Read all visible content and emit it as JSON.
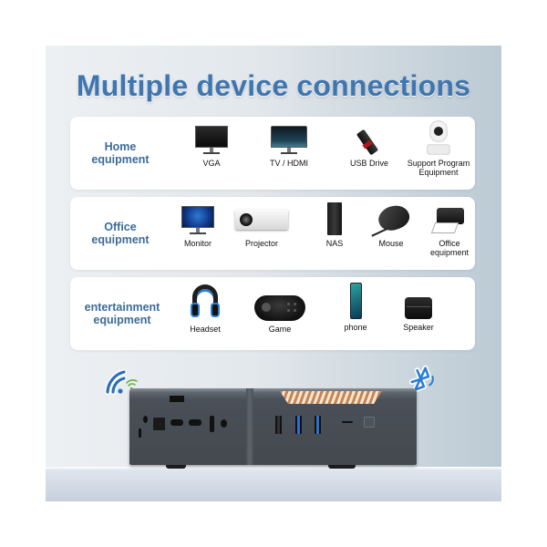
{
  "title": "Multiple device connections",
  "categories": [
    {
      "label": "Home\nequipment",
      "items": [
        {
          "label": "VGA",
          "icon": "monitor-icon"
        },
        {
          "label": "TV / HDMI",
          "icon": "tv-icon"
        },
        {
          "label": "USB Drive",
          "icon": "usb-drive-icon"
        },
        {
          "label": "Support Program\nEquipment",
          "icon": "security-camera-icon"
        }
      ]
    },
    {
      "label": "Office\nequipment",
      "items": [
        {
          "label": "Monitor",
          "icon": "monitor-icon"
        },
        {
          "label": "Projector",
          "icon": "projector-icon"
        },
        {
          "label": "NAS",
          "icon": "nas-tower-icon"
        },
        {
          "label": "Mouse",
          "icon": "mouse-icon"
        },
        {
          "label": "Office\nequipment",
          "icon": "printer-icon"
        }
      ]
    },
    {
      "label": "entertainment\nequipment",
      "items": [
        {
          "label": "Headset",
          "icon": "headset-icon"
        },
        {
          "label": "Game",
          "icon": "gamepad-icon"
        },
        {
          "label": "phone",
          "icon": "smartphone-icon"
        },
        {
          "label": "Speaker",
          "icon": "speaker-icon"
        }
      ]
    }
  ],
  "product": {
    "name": "mini PC",
    "wireless_icons": [
      "wifi-icon",
      "bluetooth-icon"
    ],
    "ports_visible": [
      "DC",
      "LAN",
      "HDMI",
      "HDMI",
      "USB-C",
      "Audio",
      "USB 2.0",
      "USB 3.0",
      "USB 3.0",
      "TF card",
      "Power"
    ]
  },
  "colors": {
    "title": "#3f76b0",
    "category_label": "#3d6b9a",
    "wifi_blue": "#2a6fb8",
    "wifi_green": "#6ab04c",
    "usb3_blue": "#2d6fd0",
    "vent_copper": "#c98550"
  }
}
